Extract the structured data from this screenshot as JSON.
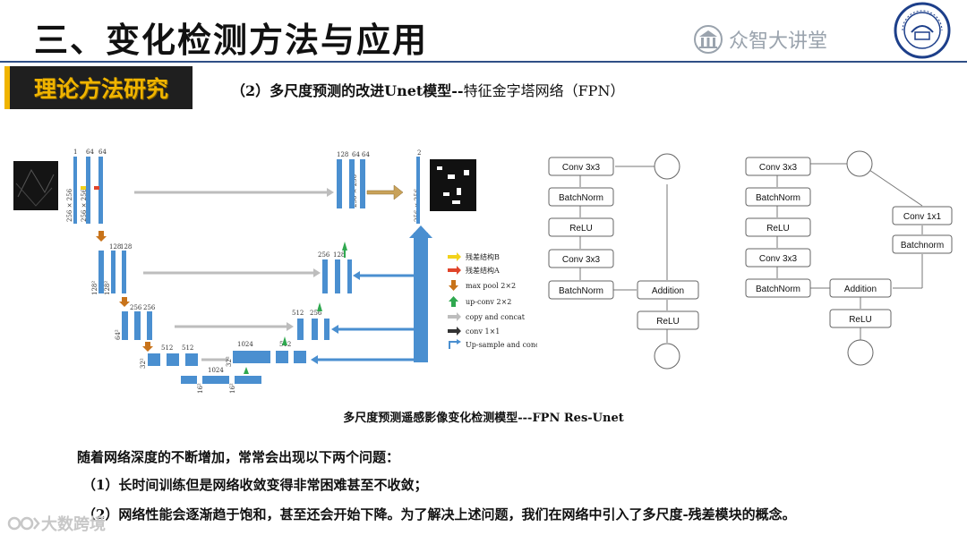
{
  "header": {
    "title": "三、变化检测方法与应用",
    "brand_text": "众智大讲堂",
    "seal_text": "WUHAN UNIVERSITY, CHINA"
  },
  "section": {
    "label": "理论方法研究"
  },
  "subtitle": {
    "bold": "（2）多尺度预测的改进Unet模型--",
    "rest": "特征金字塔网络（FPN）"
  },
  "unet": {
    "top_dims": [
      "1",
      "64",
      "64",
      "128",
      "64",
      "64",
      "2"
    ],
    "side_256": "256 × 256",
    "level2_dims": [
      "128",
      "128"
    ],
    "level2_right_dims": [
      "256",
      "128"
    ],
    "level3_dims": [
      "256",
      "256"
    ],
    "level3_right_dims": [
      "512",
      "256"
    ],
    "level4_dims": [
      "512",
      "512"
    ],
    "level4_right_dims": [
      "1024",
      "512"
    ],
    "bottom_dims": [
      "1024"
    ],
    "size_128": "128²",
    "size_64": "64²",
    "size_32": "32²",
    "size_16": "16²",
    "legend": [
      {
        "label": "残差结构B",
        "color": "#f2d21b",
        "icon": "arrow-right-icon"
      },
      {
        "label": "残差结构A",
        "color": "#e0442a",
        "icon": "arrow-right-icon"
      },
      {
        "label": "max pool 2×2",
        "color": "#c8731a",
        "icon": "arrow-down-icon"
      },
      {
        "label": "up-conv 2×2",
        "color": "#2fa84f",
        "icon": "arrow-up-icon"
      },
      {
        "label": "copy and concat",
        "color": "#bdbdbd",
        "icon": "arrow-right-icon"
      },
      {
        "label": "conv 1×1",
        "color": "#333333",
        "icon": "arrow-right-icon"
      },
      {
        "label": "Up-sample and concat",
        "color": "#4a8fd0",
        "icon": "corner-arrow-icon"
      }
    ]
  },
  "res_block_a": {
    "left": [
      "Conv 3x3",
      "BatchNorm",
      "ReLU",
      "Conv 3x3",
      "BatchNorm"
    ],
    "addition": "Addition",
    "relu": "ReLU"
  },
  "res_block_b": {
    "left": [
      "Conv 3x3",
      "BatchNorm",
      "ReLU",
      "Conv 3x3",
      "BatchNorm"
    ],
    "right": [
      "Conv 1x1",
      "Batchnorm"
    ],
    "addition": "Addition",
    "relu": "ReLU"
  },
  "caption": "多尺度预测遥感影像变化检测模型---FPN Res-Unet",
  "body": {
    "p1": "随着网络深度的不断增加，常常会出现以下两个问题：",
    "p2": "（1）长时间训练但是网络收敛变得非常困难甚至不收敛；",
    "p3": "（2）网络性能会逐渐趋于饱和，甚至还会开始下降。为了解决上述问题，我们在网络中引入了多尺度-残差模块的概念。"
  },
  "watermark": {
    "text": "大数跨境"
  }
}
